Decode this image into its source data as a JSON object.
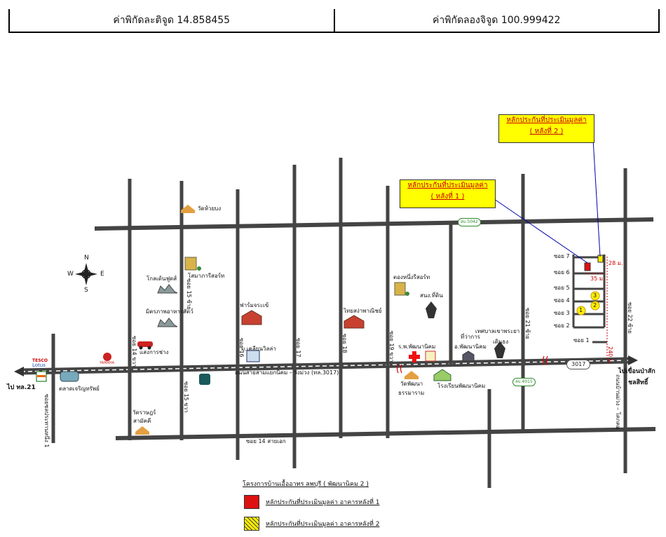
{
  "header": {
    "latitude": "ค่าพิกัดละติจูด 14.858455",
    "longitude": "ค่าพิกัดลองจิจูด 100.999422"
  },
  "callouts": {
    "c1_line1": "หลักประกันที่ประเมินมูลค่า",
    "c1_line2": "( หลังที่ 1 )",
    "c2_line1": "หลักประกันที่ประเมินมูลค่า",
    "c2_line2": "( หลังที่ 2 )"
  },
  "compass": {
    "n": "N",
    "s": "S",
    "e": "E",
    "w": "W"
  },
  "places": {
    "wat_huaybong": "วัดห้วยบง",
    "golden_foods": "โกลเด้นฟูดส์",
    "mitraphap": "มิตรภาพอาหารสัตว์",
    "laemkan": "แสงการช่าง",
    "sommarasi": "โสมาภารีสอร์ท",
    "pharmpoor": "ฟาร์มจระเข้",
    "university": "ม.เคลียนวิลล่า",
    "thai_nakhon": "ไทยสง่าพาณิชย์",
    "tong_resort": "ตองหนึ่งรีสอร์ท",
    "police": "สนง.ที่ดิน",
    "hospital": "ร.พ.พัฒนานิคม",
    "district": "ที่ว่าการ",
    "district2": "อ.พัฒนานิคม",
    "municipality": "เทศบาลเขาพระยา",
    "municipality2": "เดินธง",
    "temple": "วัดพัฒนา",
    "temple2": "ธรรมาราม",
    "school": "โรงเรียนพัฒนานิคม",
    "market": "ตลาดเจริญทรัพย์",
    "wat_bottom": "วัดราษฎร์",
    "wat_bottom2": "สามัคคี",
    "tesco1": "TESCO",
    "tesco2": "Lotus",
    "yamaha": "YAMAHA"
  },
  "roads": {
    "main_road": "ถนนสายสามแยกนิคม – วังม่วง (ทล.3017)",
    "route_badge": "3017",
    "bottom_road": "ซอย 14 สายเอก",
    "left_end": "ไป ทล.21",
    "right_end_1": "ไปเขื่อนป่าสัก",
    "right_end_2": "ชลสิทธิ์",
    "badge_top": "ลบ.5042",
    "badge_bottom": "ลบ.4015",
    "soi_left_vert": "ซอยชลประทานหนึ่ง 1",
    "soi_14": "ซอย 14 ขวา",
    "soi_15": "ซอย 15 ขวา",
    "soi_15b": "ซอย 15 ซ้าย",
    "soi_16": "ซอย 16",
    "soi_17": "ซอย 17",
    "soi_18": "ซอย 18",
    "soi_19": "ซอย 19 ขวา",
    "soi_21": "ซอย 21 ซ้าย",
    "soi_22": "ซอย 22 ซ้าย",
    "soi_right_vert": "ถนนบ้านม่วง – โคกคม"
  },
  "project_sois": [
    "ซอย 7",
    "ซอย 6",
    "ซอย 5",
    "ซอย 4",
    "ซอย 3",
    "ซอย 2",
    "ซอย 1"
  ],
  "measurements": {
    "m28": "28 ม.",
    "m35": "35 ม.",
    "m240": "240 ม."
  },
  "markers": {
    "m1": "1",
    "m2": "2",
    "m3": "3"
  },
  "legend": {
    "title": "โครงการบ้านเอื้ออาทร ลพบุรี ( พัฒนานิคม 2 )",
    "item1": "หลักประกันที่ประเมินมูลค่า อาคารหลังที่ 1",
    "item2": "หลักประกันที่ประเมินมูลค่า อาคารหลังที่ 2"
  },
  "colors": {
    "road": "#444444",
    "callout_bg": "#ffff00",
    "callout_text": "#cc0000",
    "leader": "#0000aa",
    "red_marker": "#dd1111"
  }
}
